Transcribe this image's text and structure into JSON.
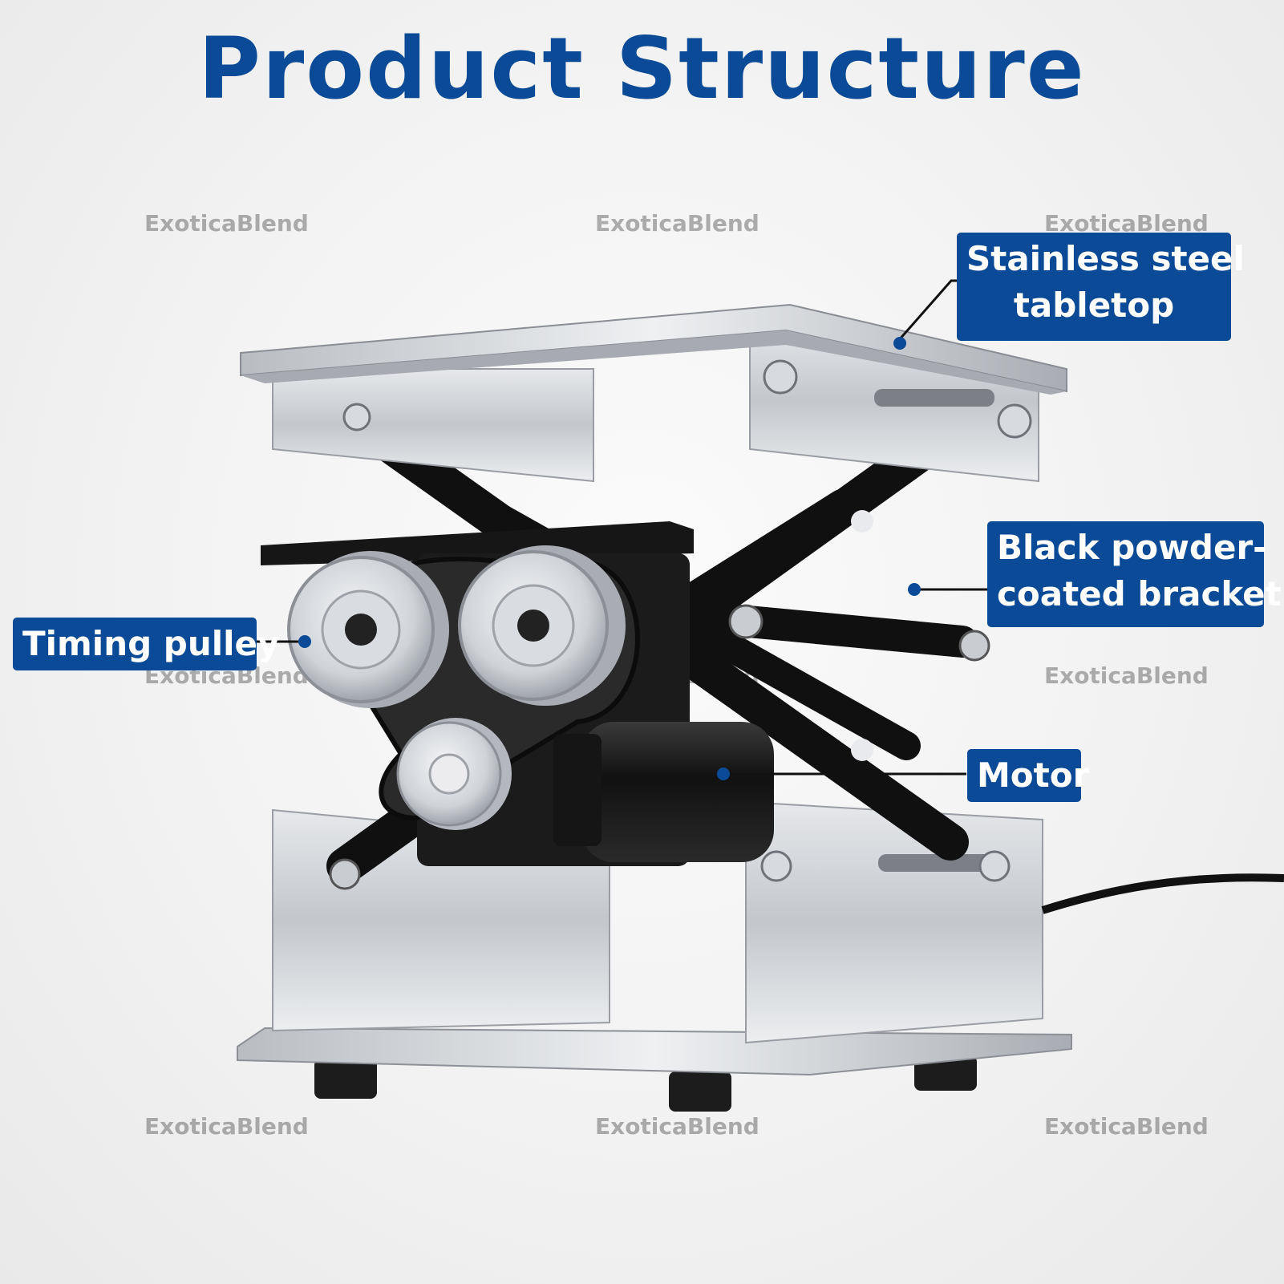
{
  "title": "Product Structure",
  "watermark": "ExoticaBlend",
  "labels": {
    "tabletop": [
      "Stainless steel",
      "tabletop"
    ],
    "bracket": [
      "Black powder-",
      "coated bracket"
    ],
    "pulley": "Timing pulley",
    "motor": "Motor"
  },
  "colors": {
    "accent": "#0b4a96",
    "steel": "#c9ccd0",
    "black": "#1a1a1a",
    "aluminum": "#d8dbe0"
  }
}
